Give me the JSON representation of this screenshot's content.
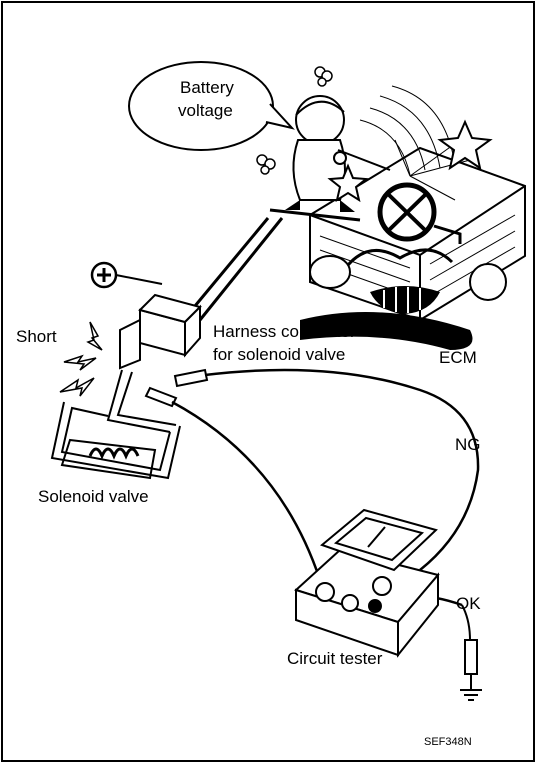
{
  "labels": {
    "bubble_line1": "Battery",
    "bubble_line2": "voltage",
    "short": "Short",
    "harness_line1": "Harness connector",
    "harness_line2": "for solenoid valve",
    "ecm": "ECM",
    "ng": "NG",
    "solenoid": "Solenoid valve",
    "tester": "Circuit tester",
    "ok": "OK",
    "code": "SEF348N"
  },
  "icons": [
    "battery-plus-icon",
    "spark-icon",
    "ground-icon",
    "star-icon",
    "smoke-puff-icon"
  ],
  "colors": {
    "ink": "#000000",
    "paper": "#ffffff"
  }
}
